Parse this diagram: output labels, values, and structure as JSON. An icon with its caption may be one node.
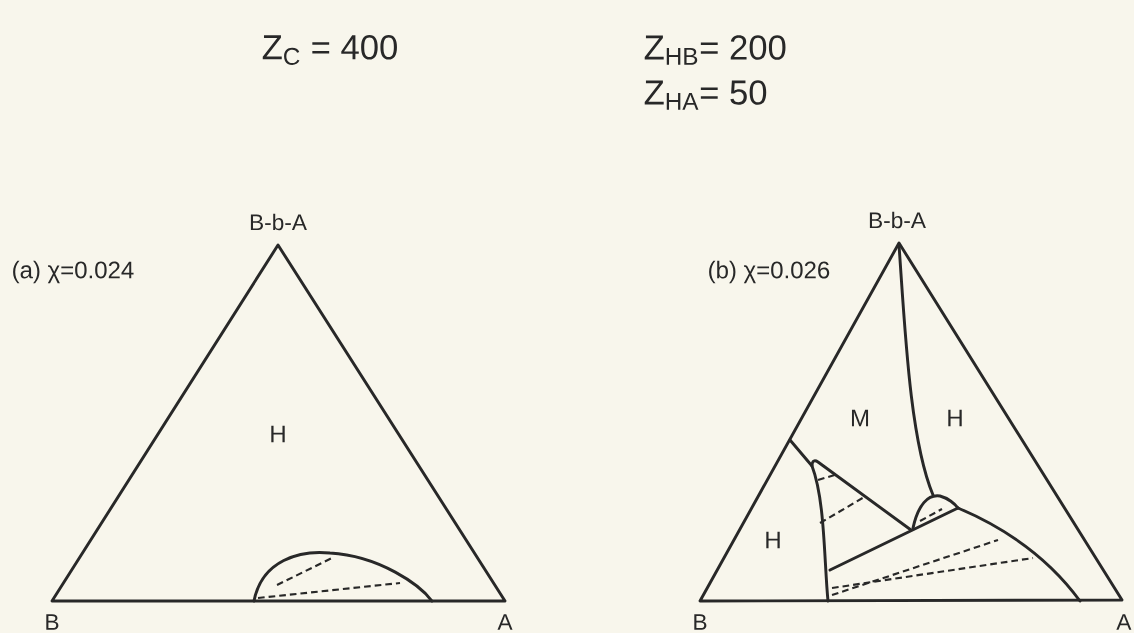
{
  "diagram": {
    "labels": [
      "Z$_{C}$ = 400",
      "Z$_{HB}$= 200",
      "Z$_{HA}$= 50",
      "B-b-A",
      "(a) χ=0.024",
      "H",
      "B",
      "A",
      "B-b-A",
      "(b) χ=0.026",
      "M",
      "H",
      "H",
      "B",
      "A"
    ]
  }
}
